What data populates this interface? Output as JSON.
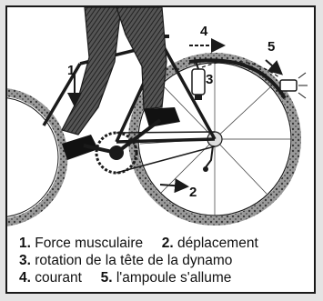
{
  "callouts": {
    "n1": "1",
    "n2": "2",
    "n3": "3",
    "n4": "4",
    "n5": "5"
  },
  "legend": {
    "items": [
      {
        "num": "1.",
        "text": "Force musculaire"
      },
      {
        "num": "2.",
        "text": "déplacement"
      },
      {
        "num": "3.",
        "text": "rotation de la tête de la dynamo"
      },
      {
        "num": "4.",
        "text": "courant"
      },
      {
        "num": "5.",
        "text": "l'ampoule s'allume"
      }
    ]
  },
  "colors": {
    "ink": "#1a1a1a",
    "paper": "#ffffff",
    "tyre_fill": "#8a8a8a",
    "leg_fill": "#3a3a3a"
  }
}
